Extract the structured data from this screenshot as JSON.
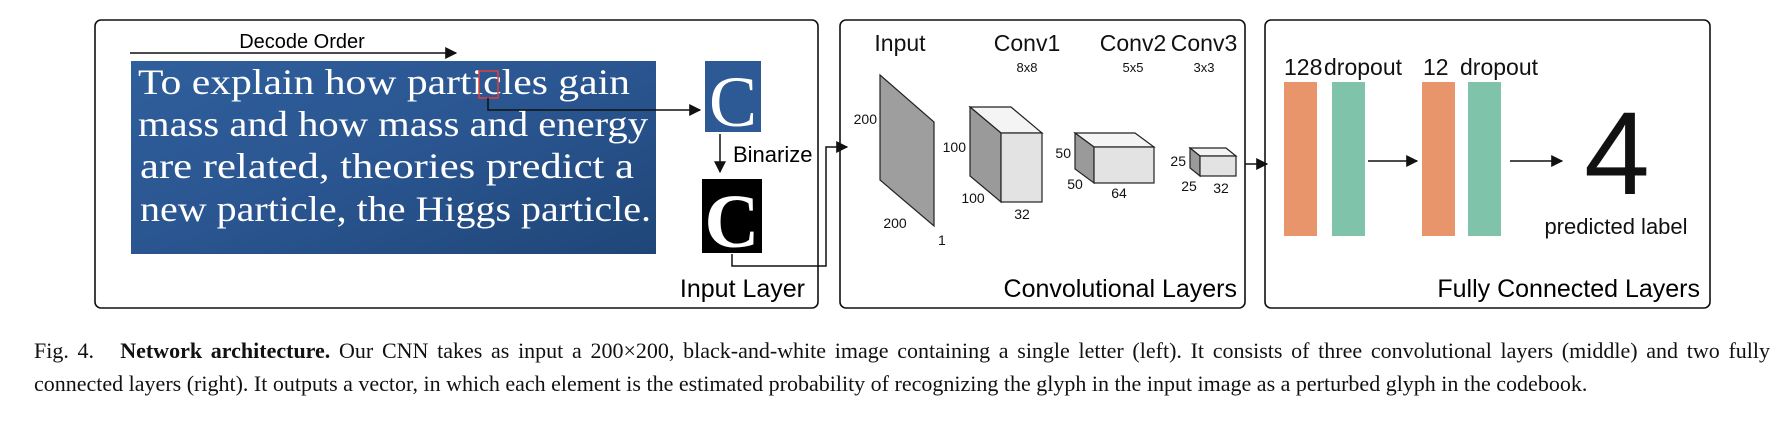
{
  "input_panel": {
    "decode_order": "Decode Order",
    "text_lines": [
      "To explain how particles gain",
      "mass and how mass and energy",
      "are related, theories predict  a",
      "new particle, the Higgs particle."
    ],
    "glyph": "C",
    "binarize": "Binarize",
    "title": "Input Layer"
  },
  "conv_panel": {
    "headers": [
      {
        "name": "Input",
        "kernel": ""
      },
      {
        "name": "Conv1",
        "kernel": "8x8"
      },
      {
        "name": "Conv2",
        "kernel": "5x5"
      },
      {
        "name": "Conv3",
        "kernel": "3x3"
      }
    ],
    "input_dims": {
      "h": "200",
      "w": "200",
      "d": "1"
    },
    "conv1_dims": {
      "h": "100",
      "w": "100",
      "d": "32"
    },
    "conv2_dims": {
      "h": "50",
      "w": "50",
      "d": "64"
    },
    "conv3_dims": {
      "h": "25",
      "w": "25",
      "d": "32"
    },
    "title": "Convolutional Layers"
  },
  "fc_panel": {
    "labels": [
      "128",
      "dropout",
      "12",
      "dropout"
    ],
    "output_digit": "4",
    "predicted_label": "predicted label",
    "title": "Fully Connected Layers"
  },
  "colors": {
    "fc_layer": "#e8956b",
    "dropout": "#7fc4aa",
    "photo_bg": "#2d5a94",
    "input_slab": "#9e9e9e"
  },
  "caption": {
    "prefix": "Fig. 4.",
    "title": "Network architecture.",
    "body": "Our CNN takes as input a 200×200, black-and-white image containing a single letter (left). It consists of three convolutional layers (middle) and two fully connected layers (right). It outputs a vector, in which each element is the estimated probability of recognizing the glyph in the input image as a perturbed glyph in the codebook."
  }
}
